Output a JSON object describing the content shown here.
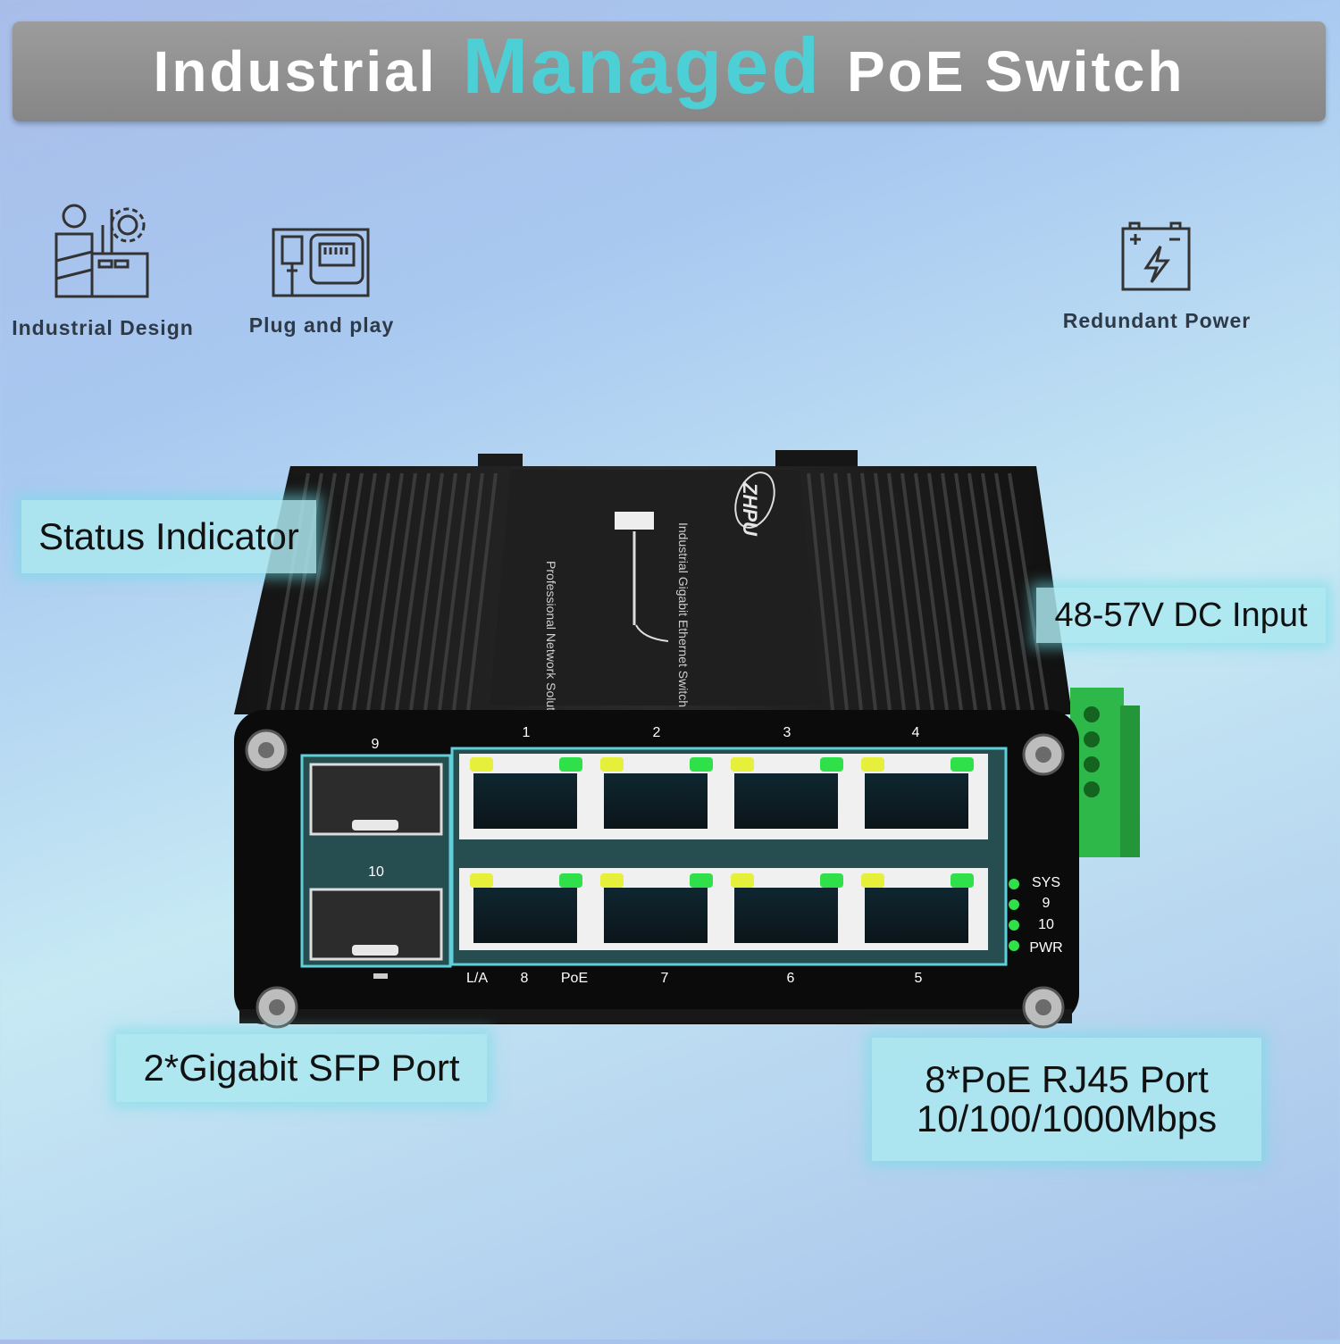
{
  "title": {
    "part1": "Industrial",
    "accent": "Managed",
    "part2": "PoE Switch"
  },
  "features": [
    {
      "label": "Industrial Design",
      "icon": "factory-icon"
    },
    {
      "label": "Plug and play",
      "icon": "usb-rj45-icon"
    },
    {
      "label": "Redundant Power",
      "icon": "battery-power-icon"
    }
  ],
  "callouts": {
    "status": "Status Indicator",
    "dc_input": "48-57V DC Input",
    "sfp": "2*Gigabit SFP Port",
    "rj45_line1": "8*PoE RJ45 Port",
    "rj45_line2": "10/100/1000Mbps"
  },
  "device": {
    "brand": "ZHPU",
    "top_text1": "Industrial Gigabit Ethernet Switch",
    "top_text2": "Professional Network Solution",
    "top_ports": [
      "1",
      "2",
      "3",
      "4"
    ],
    "bottom_ports": [
      "8",
      "7",
      "6",
      "5"
    ],
    "sfp_ports": [
      "9",
      "10"
    ],
    "label_la": "L/A",
    "label_poe": "PoE",
    "leds": [
      "SYS",
      "9",
      "10",
      "PWR"
    ]
  },
  "colors": {
    "accent": "#4dcfd6",
    "title_bg": "#8f8f8f",
    "led_green": "#2fe04a",
    "led_yellow": "#e6f03a",
    "terminal": "#2fb84a"
  }
}
